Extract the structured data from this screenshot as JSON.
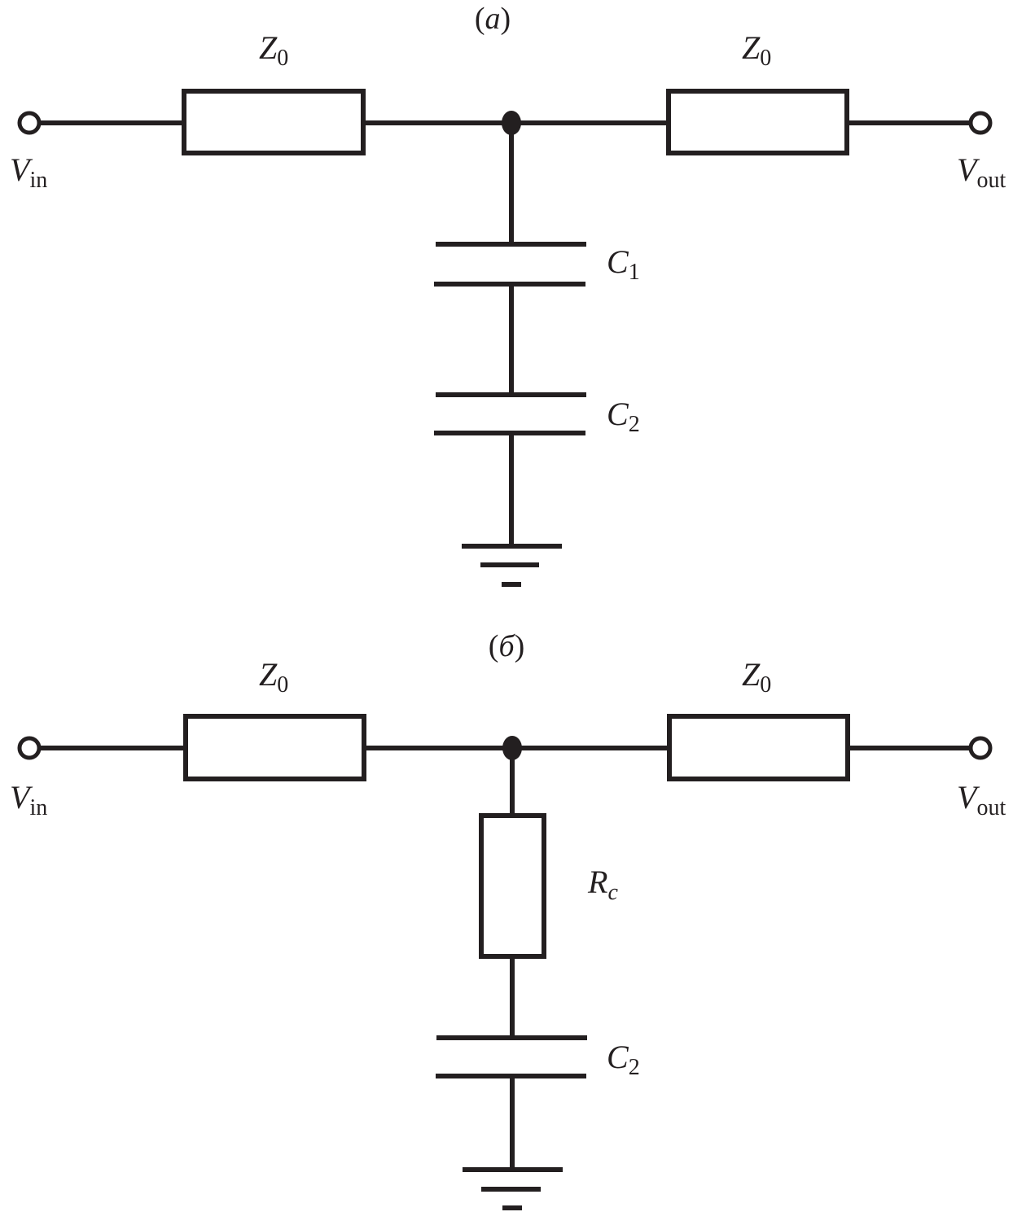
{
  "figure": {
    "panel_a": {
      "caption": {
        "open": "(",
        "letter": "a",
        "close": ")"
      },
      "z_left": {
        "main": "Z",
        "sub": "0"
      },
      "z_right": {
        "main": "Z",
        "sub": "0"
      },
      "vin": {
        "main": "V",
        "sub": "in"
      },
      "vout": {
        "main": "V",
        "sub": "out"
      },
      "c1": {
        "main": "C",
        "sub": "1"
      },
      "c2": {
        "main": "C",
        "sub": "2"
      }
    },
    "panel_b": {
      "caption": {
        "open": "(",
        "letter": "б",
        "close": ")"
      },
      "z_left": {
        "main": "Z",
        "sub": "0"
      },
      "z_right": {
        "main": "Z",
        "sub": "0"
      },
      "vin": {
        "main": "V",
        "sub": "in"
      },
      "vout": {
        "main": "V",
        "sub": "out"
      },
      "rc": {
        "main": "R",
        "sub": "c"
      },
      "c2": {
        "main": "C",
        "sub": "2"
      }
    }
  }
}
